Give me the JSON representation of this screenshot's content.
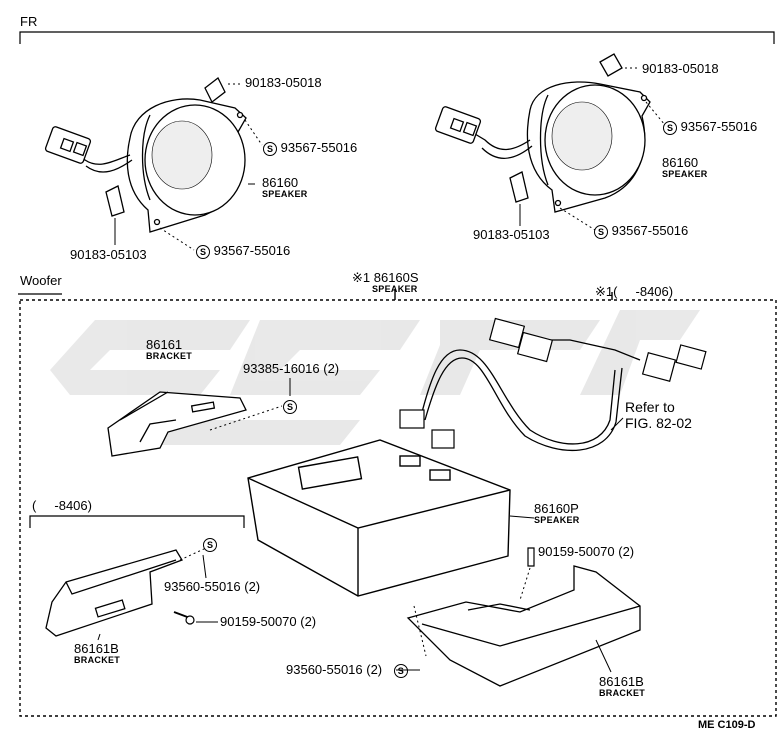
{
  "sections": {
    "fr": "FR",
    "woofer": "Woofer"
  },
  "fr_left": {
    "clip_top": "90183-05018",
    "screw_right": "93567-55016",
    "speaker_pn": "86160",
    "speaker_name": "SPEAKER",
    "clip_bottom": "90183-05103",
    "screw_bottom": "93567-55016"
  },
  "fr_right": {
    "clip_top": "90183-05018",
    "screw_right": "93567-55016",
    "speaker_pn": "86160",
    "speaker_name": "SPEAKER",
    "clip_bottom": "90183-05103",
    "screw_bottom": "93567-55016"
  },
  "woofer": {
    "assembly_pn": "※1 86160S",
    "assembly_name": "SPEAKER",
    "note_top": "※1(     -8406)",
    "bracket_pn": "86161",
    "bracket_name": "BRACKET",
    "screw_a": "93385-16016 (2)",
    "refer_line1": "Refer to",
    "refer_line2": "FIG. 82-02",
    "speaker_pn": "86160P",
    "speaker_name": "SPEAKER",
    "bolt_a": "90159-50070 (2)",
    "sub_range": "(     -8406)",
    "sub_screw": "93560-55016 (2)",
    "sub_bolt": "90159-50070 (2)",
    "sub_bracket_pn": "86161B",
    "sub_bracket_name": "BRACKET",
    "screw_b": "93560-55016 (2)",
    "bracket_b_pn": "86161B",
    "bracket_b_name": "BRACKET"
  },
  "screw_symbol": "S",
  "figure_code": "ME C109-D"
}
